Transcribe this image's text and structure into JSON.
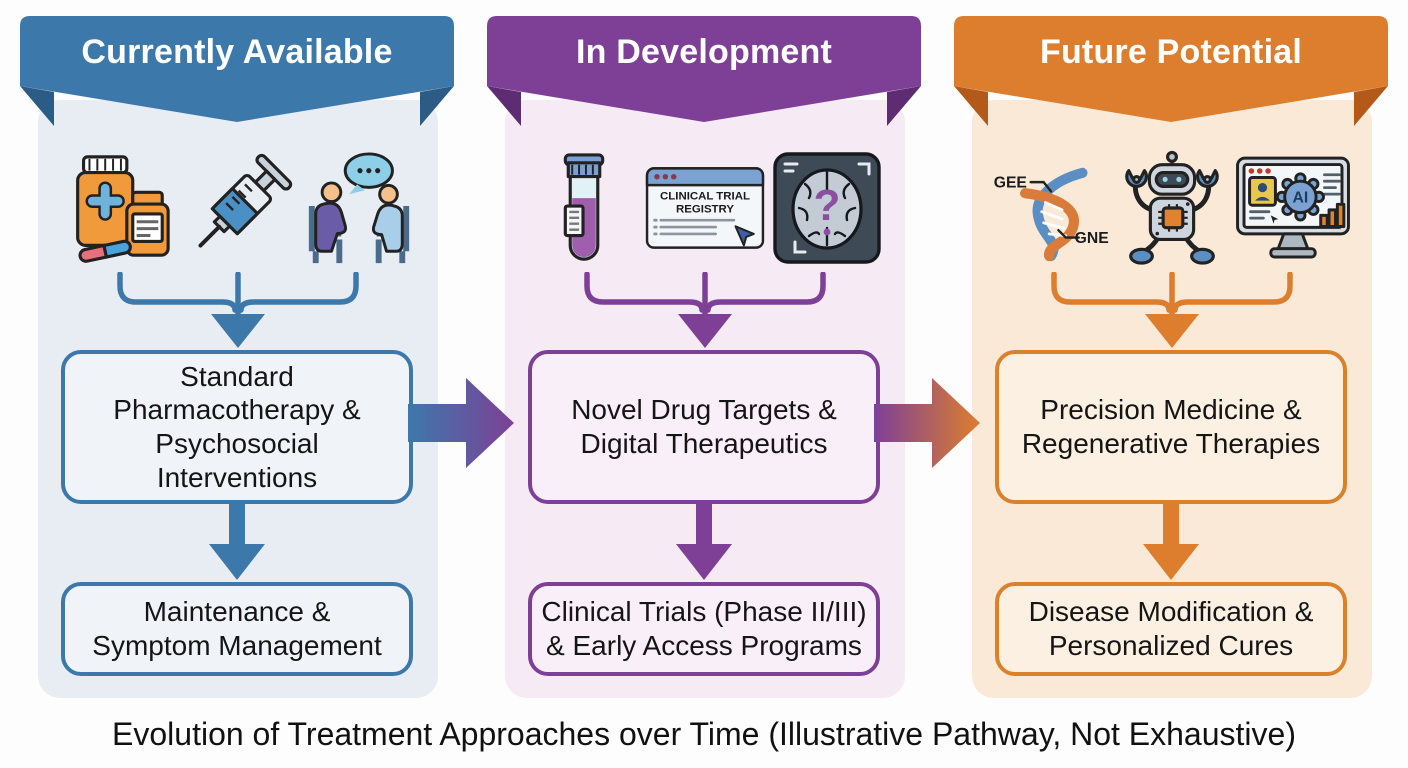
{
  "caption": "Evolution of Treatment Approaches over Time (Illustrative Pathway, Not Exhaustive)",
  "columns": [
    {
      "header": "Currently Available",
      "accent": "#3D78AB",
      "accent_dark": "#2C5B86",
      "panel_bg": "#E8EDF4",
      "box_bg": "#F0F4F9",
      "icons": [
        "medication-bottles-icon",
        "syringe-icon",
        "therapy-session-icon"
      ],
      "box1": "Standard\nPharmacotherapy &\nPsychosocial\nInterventions",
      "box2": "Maintenance &\nSymptom Management"
    },
    {
      "header": "In Development",
      "accent": "#7E4096",
      "accent_dark": "#5E2C72",
      "panel_bg": "#F6EAF5",
      "box_bg": "#F9EFF8",
      "icons": [
        "test-tube-icon",
        "clinical-trial-registry-icon",
        "brain-scan-icon"
      ],
      "registry_label_1": "CLINICAL TRIAL",
      "registry_label_2": "REGISTRY",
      "box1": "Novel Drug Targets &\nDigital Therapeutics",
      "box2": "Clinical Trials (Phase II/III)\n& Early Access Programs"
    },
    {
      "header": "Future Potential",
      "accent": "#DD7E2E",
      "accent_dark": "#B35A1B",
      "panel_bg": "#FBE9D8",
      "box_bg": "#FCF0E2",
      "icons": [
        "dna-icon",
        "robot-icon",
        "ai-monitor-icon"
      ],
      "dna_label_top": "GEE",
      "dna_label_bottom": "GNE",
      "ai_label": "AI",
      "box1": "Precision Medicine &\nRegenerative Therapies",
      "box2": "Disease Modification &\nPersonalized Cures"
    }
  ]
}
